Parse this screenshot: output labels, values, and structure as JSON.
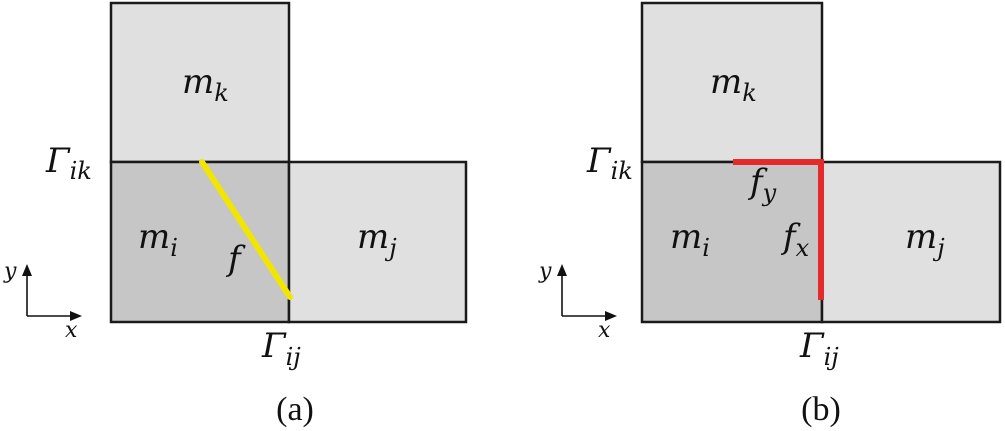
{
  "colors": {
    "cell_light": "#e0e0e0",
    "cell_dark": "#c6c6c6",
    "outline": "#1a1a1a",
    "face_a": "#f2e600",
    "face_b": "#e52a2a"
  },
  "panels": [
    {
      "caption": "(a)",
      "cells": {
        "top": "m",
        "top_sub": "k",
        "center": "m",
        "center_sub": "i",
        "right": "m",
        "right_sub": "j"
      },
      "boundary_ik": {
        "base": "Γ",
        "sub": "ik"
      },
      "boundary_ij": {
        "base": "Γ",
        "sub": "ij"
      },
      "axes": {
        "y": "y",
        "x": "x"
      },
      "face_label": "f"
    },
    {
      "caption": "(b)",
      "cells": {
        "top": "m",
        "top_sub": "k",
        "center": "m",
        "center_sub": "i",
        "right": "m",
        "right_sub": "j"
      },
      "boundary_ik": {
        "base": "Γ",
        "sub": "ik"
      },
      "boundary_ij": {
        "base": "Γ",
        "sub": "ij"
      },
      "axes": {
        "y": "y",
        "x": "x"
      },
      "face_y": {
        "base": "f",
        "sub": "y"
      },
      "face_x": {
        "base": "f",
        "sub": "x"
      }
    }
  ]
}
